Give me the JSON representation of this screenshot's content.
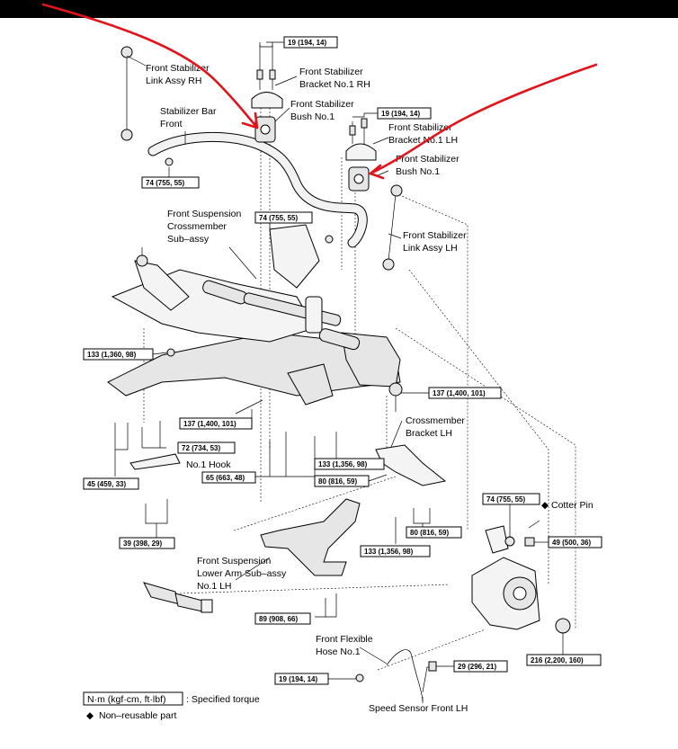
{
  "labels": {
    "link_rh": [
      "Front Stabilizer",
      "Link Assy RH"
    ],
    "bracket_rh": [
      "Front Stabilizer",
      "Bracket No.1 RH"
    ],
    "bush_rh": [
      "Front Stabilizer",
      "Bush No.1"
    ],
    "stab_bar": [
      "Stabilizer Bar",
      "Front"
    ],
    "bracket_lh": [
      "Front Stabilizer",
      "Bracket No.1 LH"
    ],
    "bush_lh": [
      "Front Stabilizer",
      "Bush No.1"
    ],
    "crossmember": [
      "Front Suspension",
      "Crossmember",
      "Sub–assy"
    ],
    "link_lh": [
      "Front Stabilizer",
      "Link Assy LH"
    ],
    "cross_bracket_lh": [
      "Crossmember",
      "Bracket LH"
    ],
    "hook": "No.1 Hook",
    "lower_arm": [
      "Front Suspension",
      "Lower Arm Sub–assy",
      "No.1 LH"
    ],
    "cotter_pin": "Cotter Pin",
    "flex_hose": [
      "Front Flexible",
      "Hose No.1"
    ],
    "speed_sensor": "Speed Sensor Front LH"
  },
  "torques": {
    "t_19_top": "19 (194, 14)",
    "t_19_mid": "19 (194, 14)",
    "t_74_left": "74 (755, 55)",
    "t_74_mid": "74 (755, 55)",
    "t_133_left": "133 (1,360, 98)",
    "t_137_right": "137 (1,400, 101)",
    "t_137_mid": "137 (1,400, 101)",
    "t_72": "72 (734, 53)",
    "t_45": "45 (459, 33)",
    "t_133_mid": "133 (1,356, 98)",
    "t_65": "65 (663, 48)",
    "t_80_left": "80 (816, 59)",
    "t_39": "39 (398, 29)",
    "t_74_right": "74 (755, 55)",
    "t_80_right": "80 (816, 59)",
    "t_49": "49 (500, 36)",
    "t_133_bottom": "133 (1,356, 98)",
    "t_89": "89 (908, 66)",
    "t_216": "216 (2,200, 160)",
    "t_29": "29 (296, 21)",
    "t_19_bottom": "19 (194, 14)"
  },
  "legend": {
    "unit": "N·m (kgf·cm, ft·lbf)",
    "unit_desc": ": Specified torque",
    "symbol": "◆",
    "symbol_desc": "Non–reusable part"
  },
  "colors": {
    "annotation": "#e0141c",
    "line": "#000000",
    "background": "#ffffff"
  }
}
